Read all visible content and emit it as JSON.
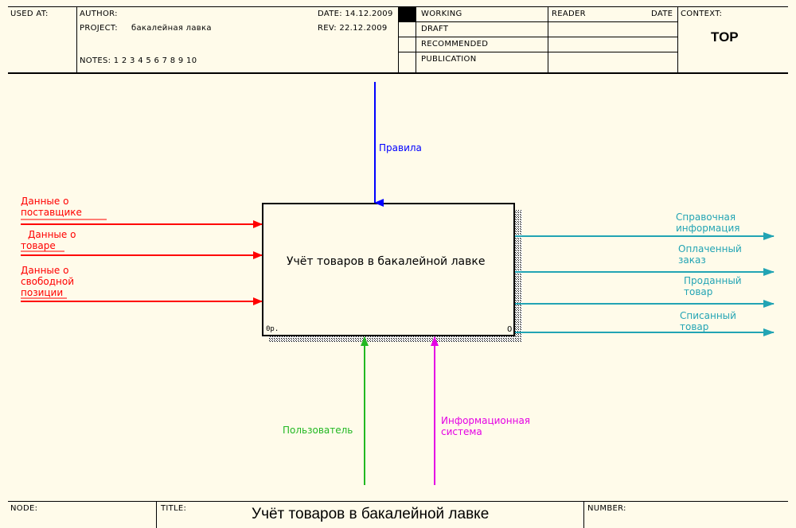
{
  "header": {
    "used_at": "USED AT:",
    "author": "AUTHOR:",
    "project_label": "PROJECT:",
    "project": "бакалейная лавка",
    "notes": "NOTES: 1 2 3 4 5 6 7 8 9 10",
    "date": "DATE: 14.12.2009",
    "rev": "REV: 22.12.2009",
    "status": [
      "WORKING",
      "DRAFT",
      "RECOMMENDED",
      "PUBLICATION"
    ],
    "reader": "READER",
    "reader_date": "DATE",
    "context_label": "CONTEXT:",
    "context_value": "TOP"
  },
  "box": {
    "label": "Учёт товаров в бакалейной лавке",
    "op_label": "0р.",
    "node_number": "0"
  },
  "arrows": {
    "inputs": [
      "Данные о поставщике",
      "Данные о товаре",
      "Данные о свободной позиции"
    ],
    "input_lines": [
      [
        "Данные о",
        "поставщике"
      ],
      [
        "Данные о",
        "товаре"
      ],
      [
        "Данные о",
        "свободной",
        "позиции"
      ]
    ],
    "control": "Правила",
    "mechanisms": [
      "Пользователь",
      "Информационная система"
    ],
    "mechanism_lines": [
      [
        "Пользователь"
      ],
      [
        "Информационная",
        "система"
      ]
    ],
    "outputs": [
      "Справочная информация",
      "Оплаченный заказ",
      "Проданный товар",
      "Списанный товар"
    ],
    "output_lines": [
      [
        "Справочная",
        "информация"
      ],
      [
        "Оплаченный",
        "заказ"
      ],
      [
        "Проданный",
        "товар"
      ],
      [
        "Списанный",
        "товар"
      ]
    ]
  },
  "footer": {
    "node": "NODE:",
    "title_label": "TITLE:",
    "title": "Учёт товаров в бакалейной лавке",
    "number": "NUMBER:"
  },
  "colors": {
    "input": "#ff0000",
    "control": "#0000ff",
    "mechanism_user": "#22b822",
    "mechanism_system": "#e400e4",
    "output": "#22a4b4",
    "background": "#fffbea"
  }
}
